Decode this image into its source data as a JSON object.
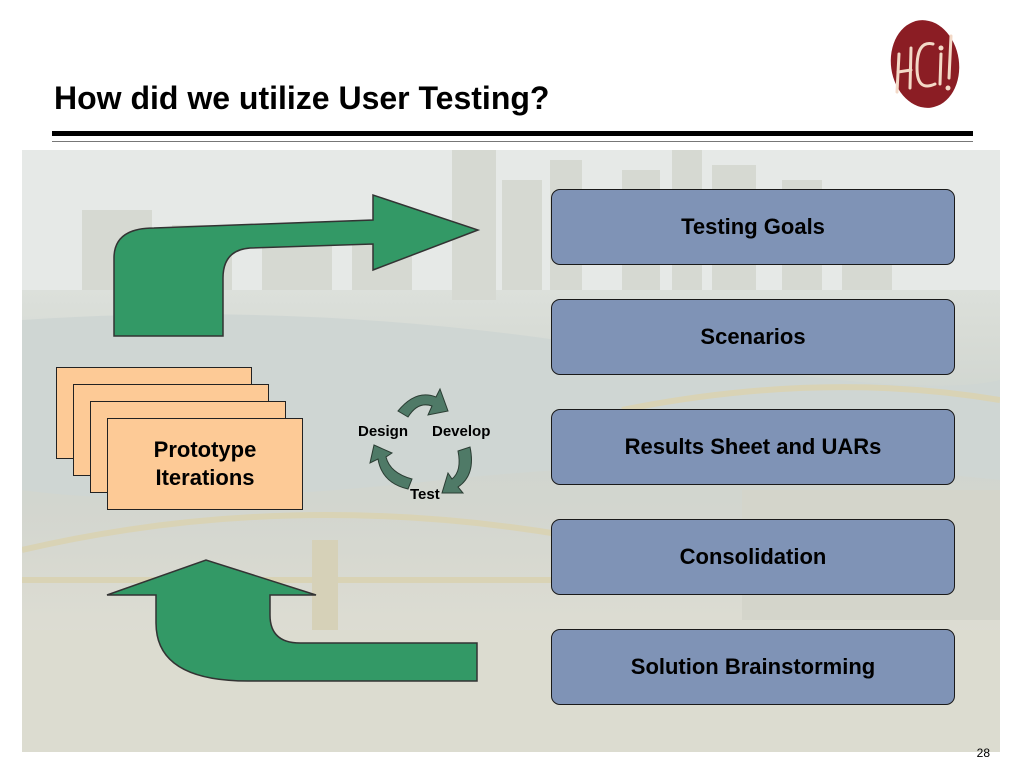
{
  "slide": {
    "title": "How did we utilize User Testing?",
    "page_number": "28"
  },
  "logo": {
    "text": "HCI!",
    "color": "#8b1d24"
  },
  "steps": [
    {
      "label": "Testing Goals"
    },
    {
      "label": "Scenarios"
    },
    {
      "label": "Results Sheet and UARs"
    },
    {
      "label": "Consolidation"
    },
    {
      "label": "Solution Brainstorming"
    }
  ],
  "prototype": {
    "line1": "Prototype",
    "line2": "Iterations"
  },
  "cycle": {
    "design": "Design",
    "develop": "Develop",
    "test": "Test"
  },
  "colors": {
    "step_box": "#7f93b6",
    "card": "#fdca96",
    "big_arrow": "#339966",
    "cycle_arrow": "#4f7a67"
  }
}
